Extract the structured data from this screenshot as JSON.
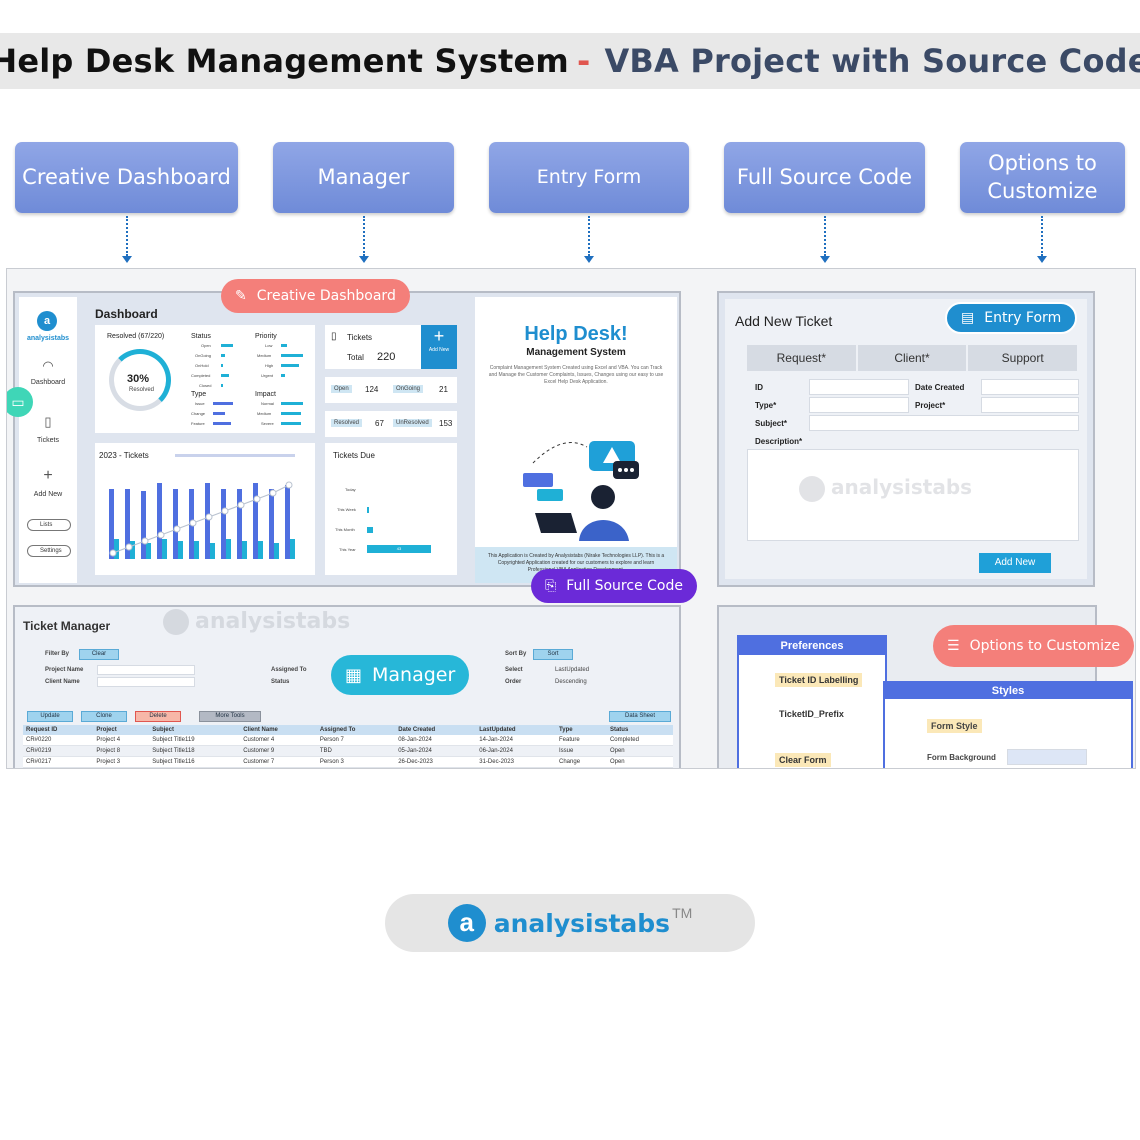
{
  "header": {
    "title_main": "Help Desk Management System",
    "title_sep": "-",
    "title_sub": "VBA Project with Source Code"
  },
  "features": [
    {
      "label": "Creative Dashboard"
    },
    {
      "label": "Manager"
    },
    {
      "label": "Entry Form"
    },
    {
      "label": "Full Source Code"
    },
    {
      "label": "Options to Customize"
    }
  ],
  "callouts": {
    "dashboard": "Creative Dashboard",
    "entry": "Entry Form",
    "source": "Full Source Code",
    "manager": "Manager",
    "options": "Options to Customize"
  },
  "watermark": "analysistabs",
  "dashboard": {
    "brand": "analysistabs",
    "title": "Dashboard",
    "nav": {
      "dashboard": "Dashboard",
      "tickets": "Tickets",
      "add_new": "Add New",
      "lists": "Lists",
      "settings": "Settings"
    },
    "resolved_label": "Resolved (67/220)",
    "gauge_pct": "30%",
    "gauge_sub": "Resolved",
    "status_title": "Status",
    "status_items": [
      "Open",
      "OnGoing",
      "OnHold",
      "Completed",
      "Closed"
    ],
    "priority_title": "Priority",
    "priority_items": [
      "Low",
      "Medium",
      "High",
      "Urgent"
    ],
    "type_title": "Type",
    "type_items": [
      "Issue",
      "Change",
      "Feature"
    ],
    "impact_title": "Impact",
    "impact_items": [
      "Normal",
      "Medium",
      "Severe"
    ],
    "tickets_label": "Tickets",
    "total_label": "Total",
    "total_value": "220",
    "add_new_label": "Add New",
    "open_label": "Open",
    "open_value": "124",
    "ongoing_label": "OnGoing",
    "ongoing_value": "21",
    "resolved_short": "Resolved",
    "resolved_value": "67",
    "unresolved_label": "UnResolved",
    "unresolved_value": "153",
    "chart_title": "2023 - Tickets",
    "due_title": "Tickets Due",
    "due_rows": [
      "Today",
      "This Week",
      "This Month",
      "This Year"
    ],
    "due_value": "43"
  },
  "help": {
    "title": "Help Desk!",
    "subtitle": "Management System",
    "desc": "Complaint Management System Created using Excel and VBA. You can Track and Manage the Customer Complaints, Issues, Changes using our easy to use Excel Help Desk Application.",
    "foot": "This Application is Created by Analysistabs (Nirake Technologies LLP). This is a Copyrighted Application created for our customers to explore and learn Professional VBA Application Development."
  },
  "entry_form": {
    "title": "Add New Ticket",
    "tabs": [
      "Request*",
      "Client*",
      "Support"
    ],
    "fields": {
      "id": "ID",
      "date_created": "Date Created",
      "type": "Type*",
      "project": "Project*",
      "subject": "Subject*",
      "description": "Description*"
    },
    "add_button": "Add New"
  },
  "manager": {
    "title": "Ticket Manager",
    "filter_by": "Filter By",
    "clear": "Clear",
    "sort_by": "Sort By",
    "sort": "Sort",
    "project_name": "Project Name",
    "client_name": "Client Name",
    "assigned_to": "Assigned To",
    "status": "Status",
    "select": "Select",
    "select_value": "LastUpdated",
    "order": "Order",
    "order_value": "Descending",
    "buttons": {
      "update": "Update",
      "clone": "Clone",
      "delete": "Delete",
      "more": "More Tools",
      "data_sheet": "Data Sheet"
    },
    "columns": [
      "Request ID",
      "Project",
      "Subject",
      "Client Name",
      "Assigned To",
      "Date Created",
      "LastUpdated",
      "Type",
      "Status"
    ],
    "rows": [
      [
        "CR#0220",
        "Project 4",
        "Subject Title119",
        "Customer 4",
        "Person 7",
        "08-Jan-2024",
        "14-Jan-2024",
        "Feature",
        "Completed"
      ],
      [
        "CR#0219",
        "Project 8",
        "Subject Title118",
        "Customer 9",
        "TBD",
        "05-Jan-2024",
        "06-Jan-2024",
        "Issue",
        "Open"
      ],
      [
        "CR#0217",
        "Project 3",
        "Subject Title116",
        "Customer 7",
        "Person 3",
        "26-Dec-2023",
        "31-Dec-2023",
        "Change",
        "Open"
      ]
    ]
  },
  "preferences": {
    "title": "Preferences",
    "row1": "Ticket ID Labelling",
    "row2": "TicketID_Prefix",
    "row3": "Clear Form",
    "styles_title": "Styles",
    "form_style": "Form Style",
    "form_background": "Form Background"
  },
  "logo": {
    "name": "analysistabs",
    "tm": "TM"
  },
  "colors": {
    "feature_button": "#7b95dd",
    "callout_dashboard": "#f47f7a",
    "callout_entry": "#1f8ecf",
    "callout_source": "#6b2ad8",
    "callout_manager": "#27b7d8",
    "callout_options": "#f47f7a",
    "brand": "#1f8ecf"
  }
}
